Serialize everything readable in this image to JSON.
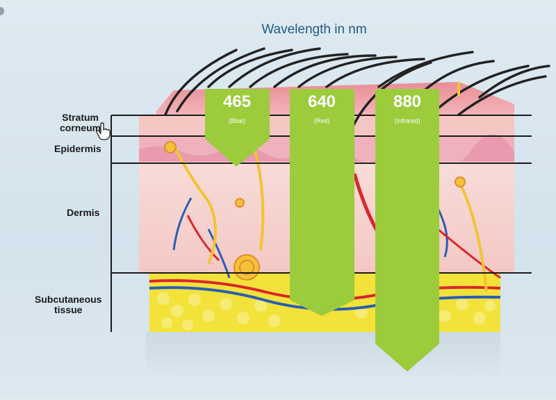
{
  "title": "Wavelength in nm",
  "layers": [
    {
      "name_line1": "Stratum",
      "name_line2": "corneum"
    },
    {
      "name_line1": "Epidermis",
      "name_line2": ""
    },
    {
      "name_line1": "Dermis",
      "name_line2": ""
    },
    {
      "name_line1": "Subcutaneous",
      "name_line2": "tissue"
    }
  ],
  "wavelengths": [
    {
      "value": "465",
      "label": "(Blue)",
      "depth_layer": "Epidermis",
      "color": "#9ccb3c"
    },
    {
      "value": "640",
      "label": "(Red)",
      "depth_layer": "Subcutaneous tissue",
      "color": "#9ccb3c"
    },
    {
      "value": "880",
      "label": "(Infrared)",
      "depth_layer": "Subcutaneous tissue",
      "color": "#9ccb3c"
    }
  ],
  "colors": {
    "title": "#1d5b86",
    "skin_surface": "#f0b3b7",
    "dermis": "#f7d6d3",
    "fat": "#f2e23a",
    "arrow": "#9ccb3c"
  },
  "icons": [
    "hand-cursor-icon"
  ]
}
